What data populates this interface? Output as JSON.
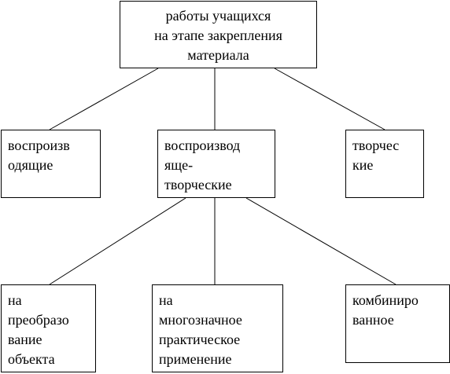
{
  "diagram": {
    "root": {
      "lines": [
        "работы учащихся",
        "на этапе закрепления",
        "материала"
      ]
    },
    "level1": [
      {
        "lines": [
          "воспроизв",
          "одящие"
        ]
      },
      {
        "lines": [
          "воспроизвод",
          "яще-",
          "творческие"
        ]
      },
      {
        "lines": [
          "творчес",
          "кие"
        ]
      }
    ],
    "level2": [
      {
        "lines": [
          "на",
          "преобразо",
          "вание",
          "объекта"
        ]
      },
      {
        "lines": [
          "на",
          "многозначное",
          "практическое",
          "применение"
        ]
      },
      {
        "lines": [
          "комбиниро",
          "ванное"
        ]
      }
    ],
    "edges": [
      {
        "from": "root",
        "to": "level1.0"
      },
      {
        "from": "root",
        "to": "level1.1"
      },
      {
        "from": "root",
        "to": "level1.2"
      },
      {
        "from": "level1.1",
        "to": "level2.0"
      },
      {
        "from": "level1.1",
        "to": "level2.1"
      },
      {
        "from": "level1.1",
        "to": "level2.2"
      }
    ],
    "colors": {
      "line": "#000000",
      "background": "#ffffff"
    }
  }
}
